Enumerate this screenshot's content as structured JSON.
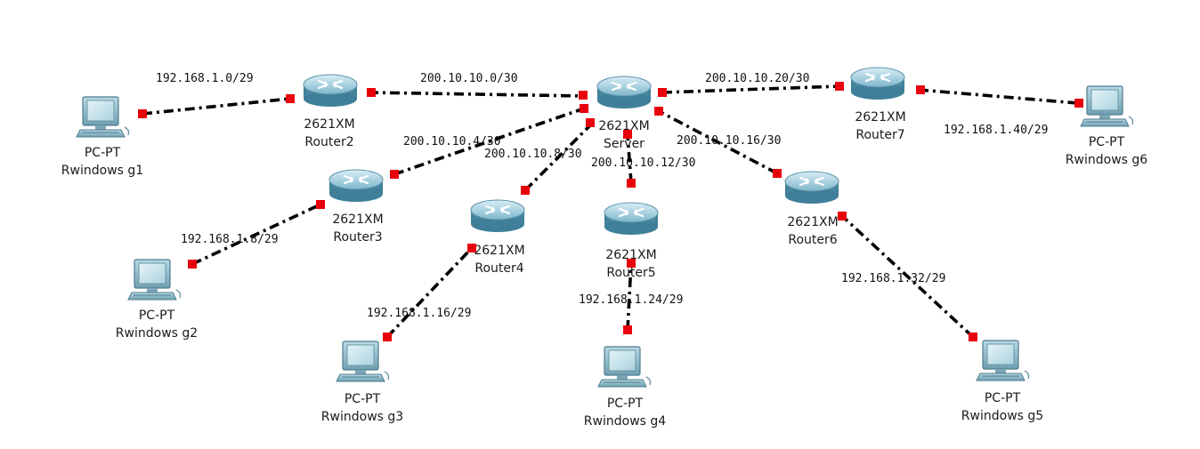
{
  "colors": {
    "link": "#000000",
    "port": "#e8000b",
    "router_body": "#5a9ab5",
    "pc_screen": "#bfe0ea",
    "background": "#ffffff"
  },
  "routers": [
    {
      "id": "server",
      "model": "2621XM",
      "name": "Server"
    },
    {
      "id": "router2",
      "model": "2621XM",
      "name": "Router2"
    },
    {
      "id": "router3",
      "model": "2621XM",
      "name": "Router3"
    },
    {
      "id": "router4",
      "model": "2621XM",
      "name": "Router4"
    },
    {
      "id": "router5",
      "model": "2621XM",
      "name": "Router5"
    },
    {
      "id": "router6",
      "model": "2621XM",
      "name": "Router6"
    },
    {
      "id": "router7",
      "model": "2621XM",
      "name": "Router7"
    }
  ],
  "pcs": [
    {
      "id": "g1",
      "model": "PC-PT",
      "name": "Rwindows g1"
    },
    {
      "id": "g2",
      "model": "PC-PT",
      "name": "Rwindows g2"
    },
    {
      "id": "g3",
      "model": "PC-PT",
      "name": "Rwindows g3"
    },
    {
      "id": "g4",
      "model": "PC-PT",
      "name": "Rwindows g4"
    },
    {
      "id": "g5",
      "model": "PC-PT",
      "name": "Rwindows g5"
    },
    {
      "id": "g6",
      "model": "PC-PT",
      "name": "Rwindows g6"
    }
  ],
  "links": [
    {
      "from": "router2",
      "to": "server",
      "network": "200.10.10.0/30"
    },
    {
      "from": "router3",
      "to": "server",
      "network": "200.10.10.4/30"
    },
    {
      "from": "router4",
      "to": "server",
      "network": "200.10.10.8/30"
    },
    {
      "from": "router5",
      "to": "server",
      "network": "200.10.10.12/30"
    },
    {
      "from": "router6",
      "to": "server",
      "network": "200.10.10.16/30"
    },
    {
      "from": "server",
      "to": "router7",
      "network": "200.10.10.20/30"
    },
    {
      "from": "g1",
      "to": "router2",
      "network": "192.168.1.0/29"
    },
    {
      "from": "g2",
      "to": "router3",
      "network": "192.168.1.8/29"
    },
    {
      "from": "g3",
      "to": "router4",
      "network": "192.168.1.16/29"
    },
    {
      "from": "g4",
      "to": "router5",
      "network": "192.168.1.24/29"
    },
    {
      "from": "g5",
      "to": "router6",
      "network": "192.168.1.32/29"
    },
    {
      "from": "router7",
      "to": "g6",
      "network": "192.168.1.40/29"
    }
  ]
}
